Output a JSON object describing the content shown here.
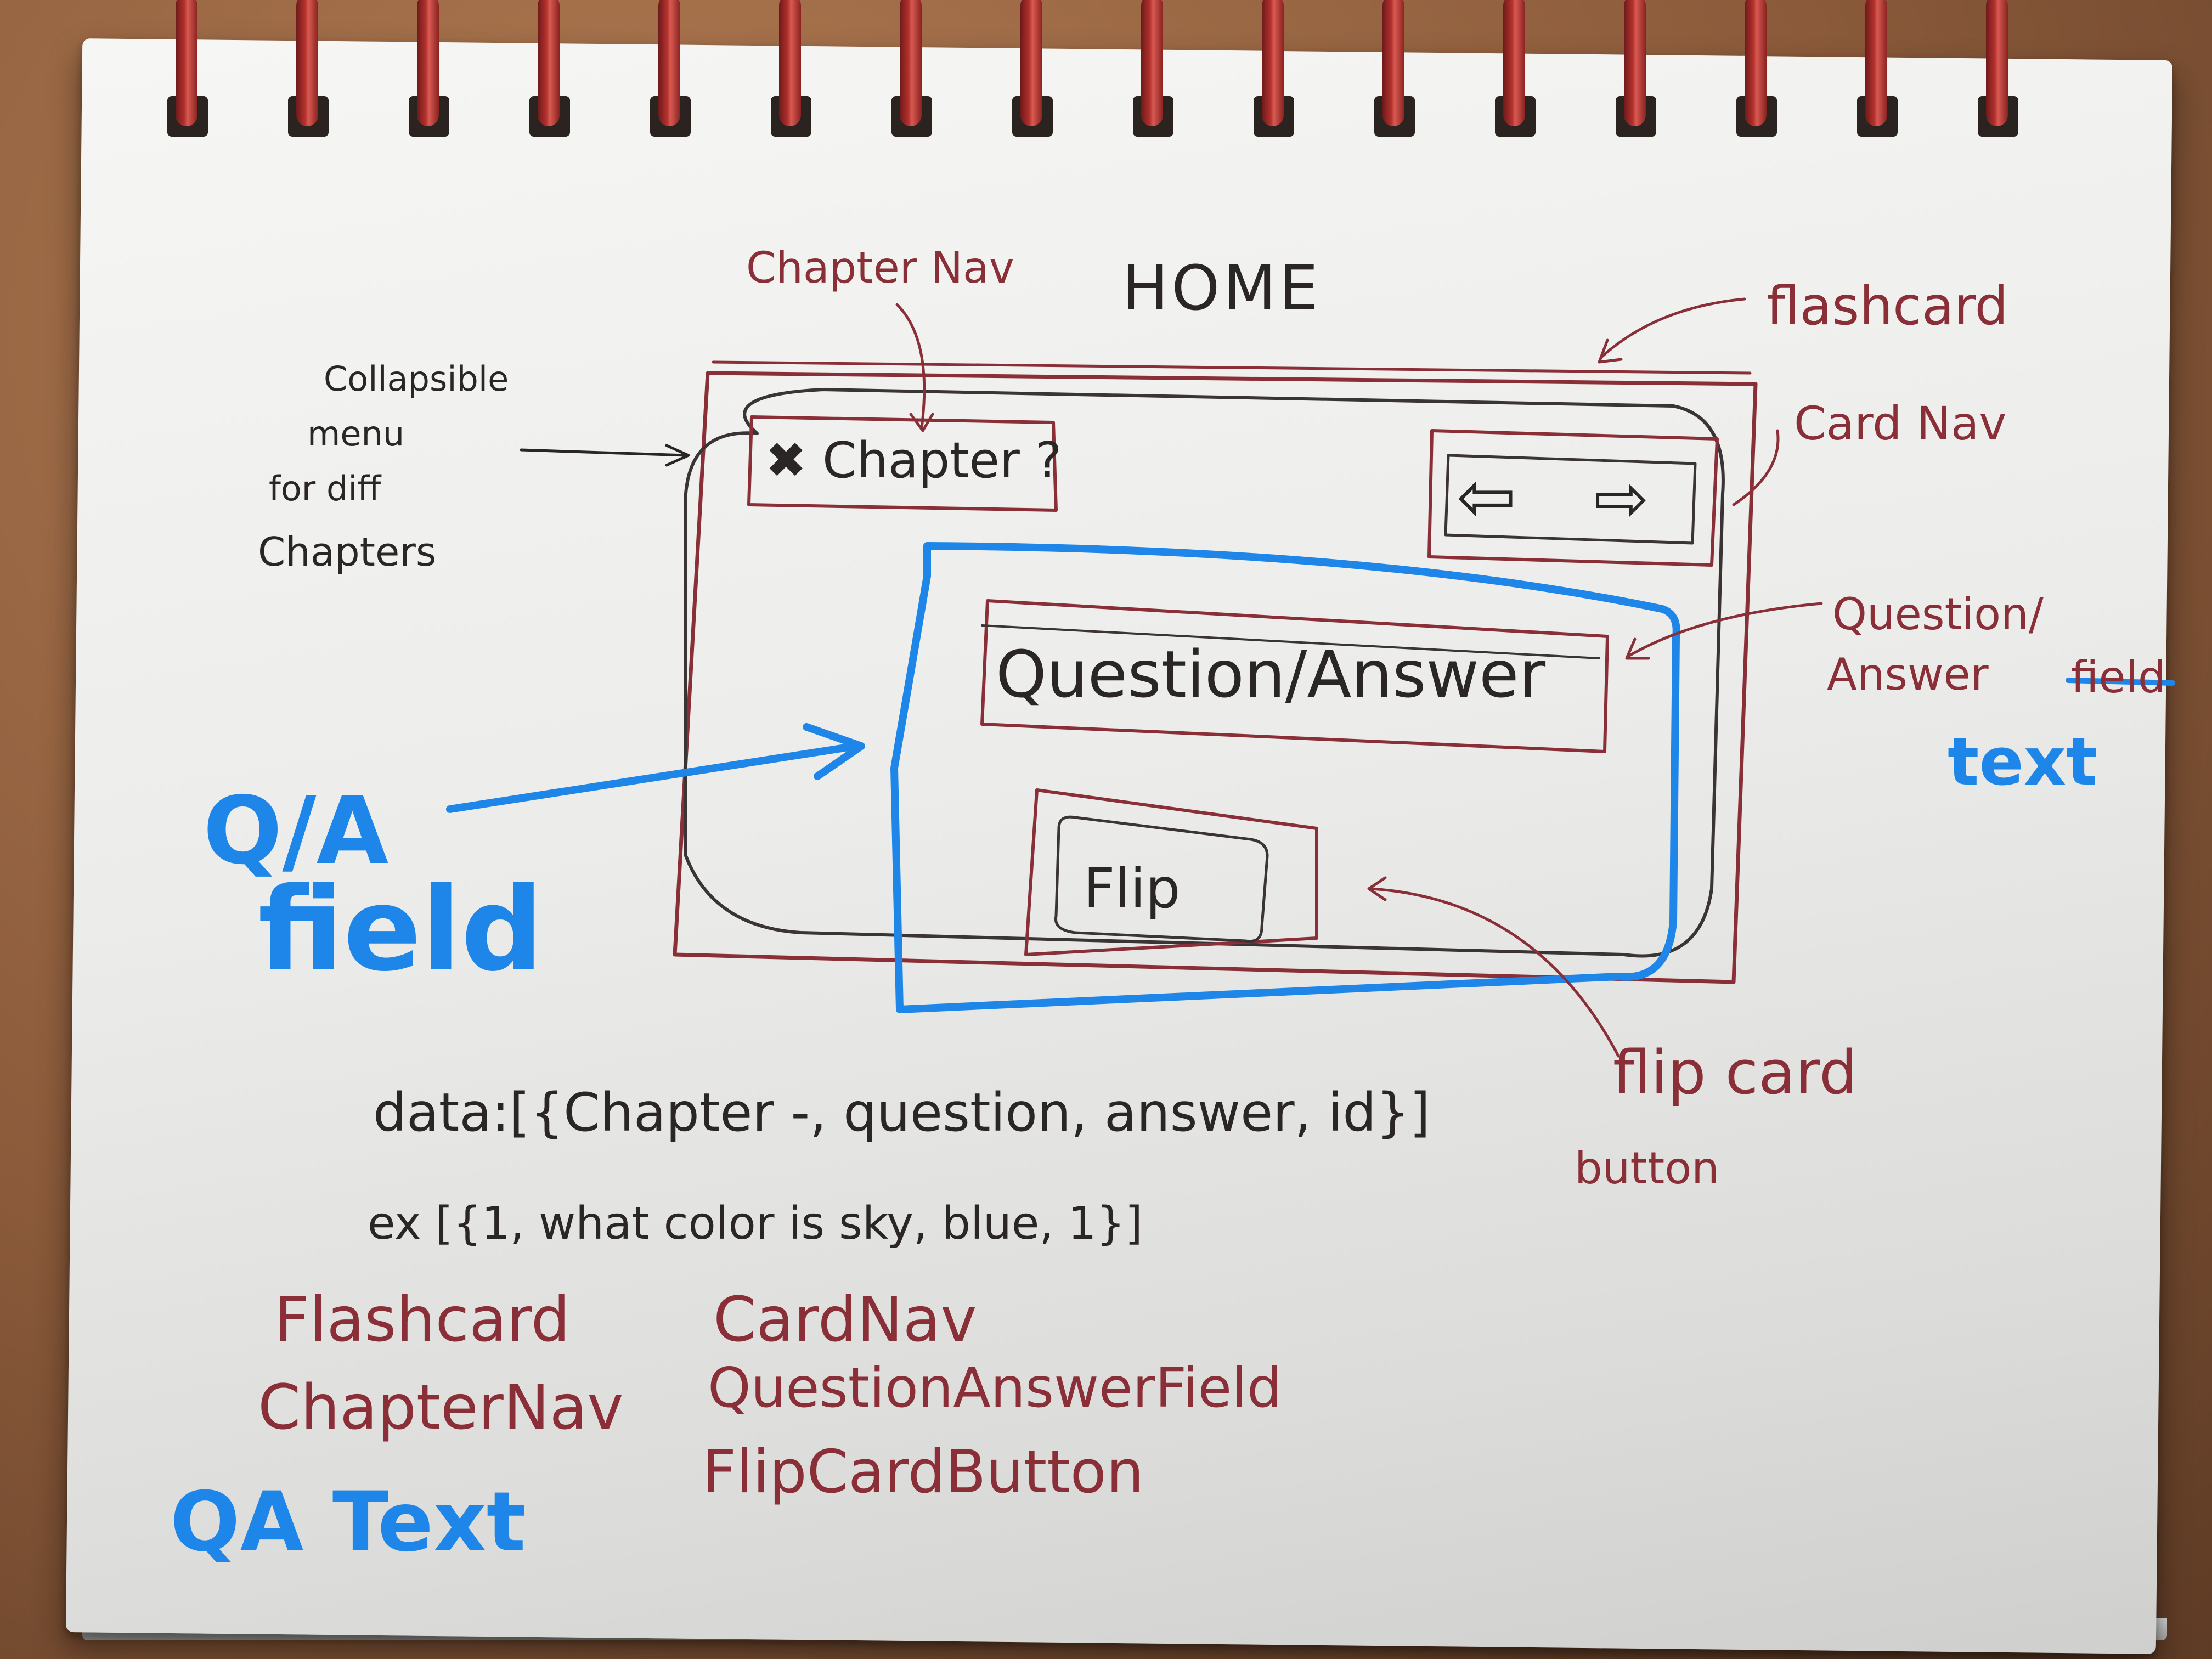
{
  "title": "HOME",
  "annotations": {
    "chapter_nav": "Chapter Nav",
    "flashcard": "flashcard",
    "collapsible_menu": [
      "Collapsible",
      "menu",
      "for diff",
      "Chapters"
    ],
    "card_nav": "Card Nav",
    "question_answer_text": [
      "Question/",
      "Answer"
    ],
    "field_struck": "field",
    "text_replacement": "text",
    "qa_field": [
      "Q/A",
      "field"
    ],
    "flip_card_button": [
      "flip card",
      "button"
    ]
  },
  "mockup": {
    "chapter_button": "Chapter ?",
    "prev_arrow": "prev-arrow-icon",
    "next_arrow": "next-arrow-icon",
    "qa_text": "Question/Answer",
    "flip_button": "Flip"
  },
  "notes": {
    "data_line": "data:[{Chapter -, question, answer, id}]",
    "example_line": "ex [{1, what color is sky, blue, 1}]"
  },
  "components": {
    "left": [
      "Flashcard",
      "ChapterNav"
    ],
    "right": [
      "CardNav",
      "QuestionAnswerField",
      "FlipCardButton"
    ],
    "added": "QA Text"
  },
  "colors": {
    "black_ink": "#2b2626",
    "red_ink": "#8a2f37",
    "blue_ink": "#1d86e8",
    "rings": "#b2312d"
  }
}
